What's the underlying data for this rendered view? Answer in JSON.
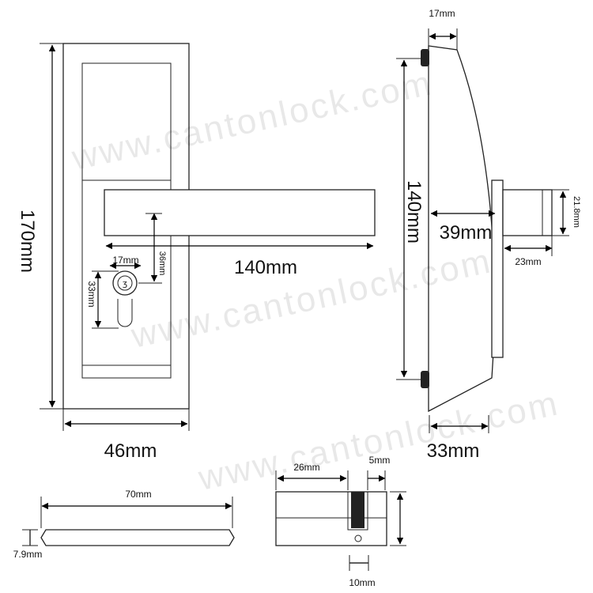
{
  "watermark": "www.cantonlock.com",
  "dimensions": {
    "plate_height": "170mm",
    "plate_width": "46mm",
    "lever_length": "140mm",
    "key_offset": "36mm",
    "cylinder_width": "17mm",
    "cylinder_height": "33mm",
    "side_height": "140mm",
    "side_top_thickness": "17mm",
    "side_projection": "39mm",
    "side_base_depth": "33mm",
    "spindle_diameter": "21.8mm",
    "spindle_length": "23mm",
    "spindle_bar_length": "70mm",
    "spindle_bar_thickness": "7.9mm",
    "cyl_body_length": "26mm",
    "cyl_cam_width": "5mm",
    "cyl_screw_offset": "10mm"
  },
  "colors": {
    "outline": "#222222",
    "dimension": "#000000",
    "watermark": "#000000",
    "background": "#ffffff"
  }
}
